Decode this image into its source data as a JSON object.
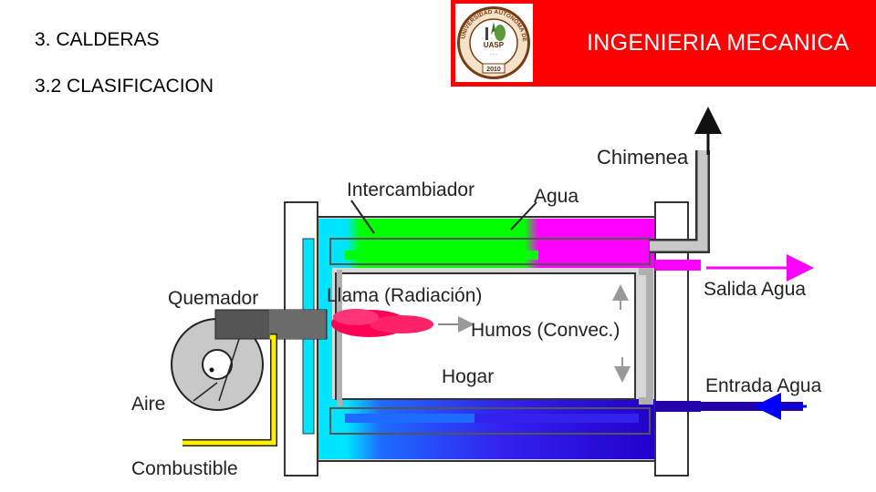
{
  "slide": {
    "heading_section": "3. CALDERAS",
    "heading_subsection": "3.2 CLASIFICACION",
    "banner_title": "INGENIERIA MECANICA",
    "banner_color": "#ff0000"
  },
  "logo": {
    "ring_text": "UNIVERSIDAD AUTONOMA DEL PERU",
    "center_text": "UASP",
    "year": "2010"
  },
  "diagram": {
    "labels": {
      "chimenea": "Chimenea",
      "intercambiador": "Intercambiador",
      "agua": "Agua",
      "quemador": "Quemador",
      "llama": "Llama (Radiación)",
      "humos": "Humos (Convec.)",
      "salida_agua": "Salida Agua",
      "entrada_agua": "Entrada Agua",
      "hogar": "Hogar",
      "aire": "Aire",
      "combustible": "Combustible"
    },
    "colors": {
      "water_hot": "#ff00ff",
      "water_mid": "#00ff00",
      "water_inlet": "#0000ff",
      "water_cold": "#00e5ff",
      "flame": "#ff0055",
      "fuel": "#ffee00",
      "flue_gas": "#c8c8c8"
    }
  }
}
